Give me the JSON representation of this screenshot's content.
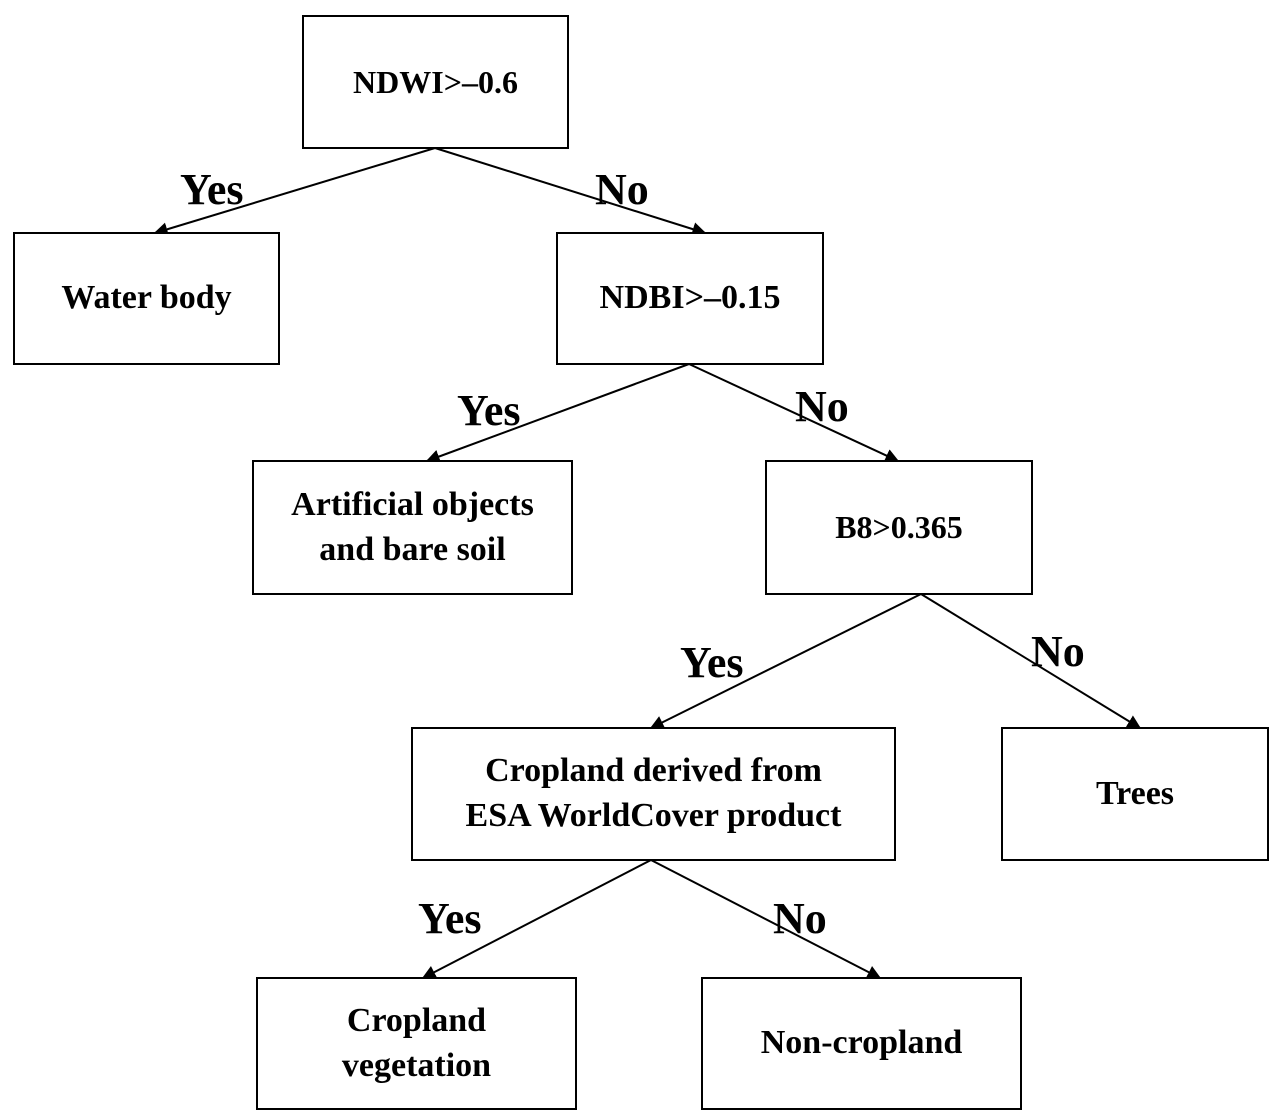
{
  "nodes": {
    "ndwi": "NDWI>–0.6",
    "water": "Water body",
    "ndbi": "NDBI>–0.15",
    "artificial": "Artificial objects\nand bare soil",
    "b8": "B8>0.365",
    "esa": "Cropland derived from\nESA WorldCover product",
    "trees": "Trees",
    "cropveg": "Cropland\nvegetation",
    "noncrop": "Non-cropland"
  },
  "edges": {
    "ndwi_yes": "Yes",
    "ndwi_no": "No",
    "ndbi_yes": "Yes",
    "ndbi_no": "No",
    "b8_yes": "Yes",
    "b8_no": "No",
    "esa_yes": "Yes",
    "esa_no": "No"
  }
}
